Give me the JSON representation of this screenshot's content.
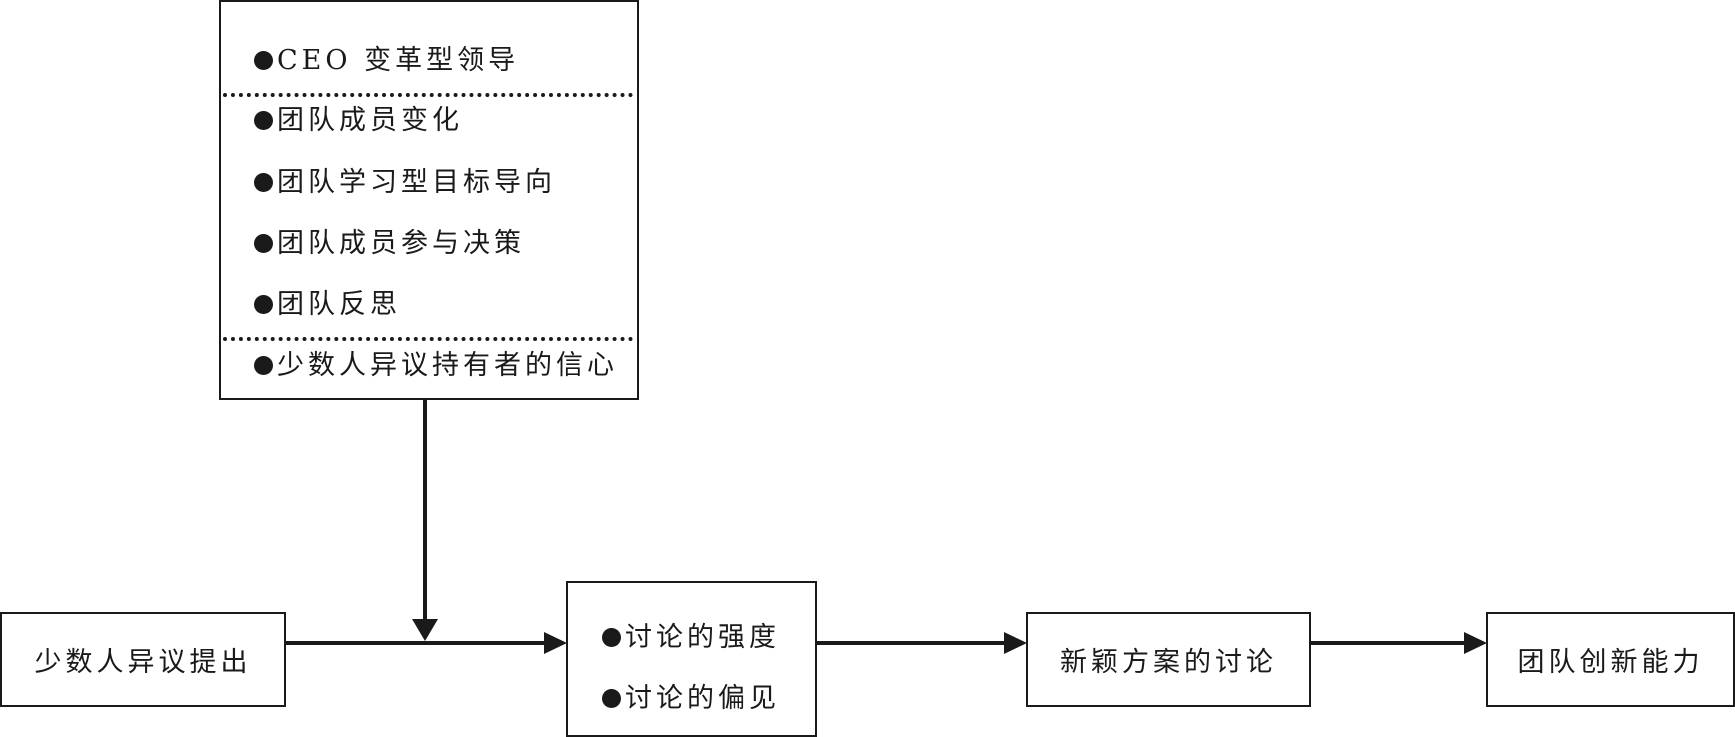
{
  "moderators": {
    "groups": [
      {
        "items": [
          "CEO 变革型领导"
        ]
      },
      {
        "items": [
          "团队成员变化",
          "团队学习型目标导向",
          "团队成员参与决策",
          "团队反思"
        ]
      },
      {
        "items": [
          "少数人异议持有者的信心"
        ]
      }
    ]
  },
  "nodes": {
    "dissent": {
      "label": "少数人异议提出"
    },
    "discussion": {
      "items": [
        "讨论的强度",
        "讨论的偏见"
      ]
    },
    "novel": {
      "label": "新颖方案的讨论"
    },
    "innovation": {
      "label": "团队创新能力"
    }
  },
  "colors": {
    "line": "#1a1a1a",
    "background": "#ffffff"
  }
}
